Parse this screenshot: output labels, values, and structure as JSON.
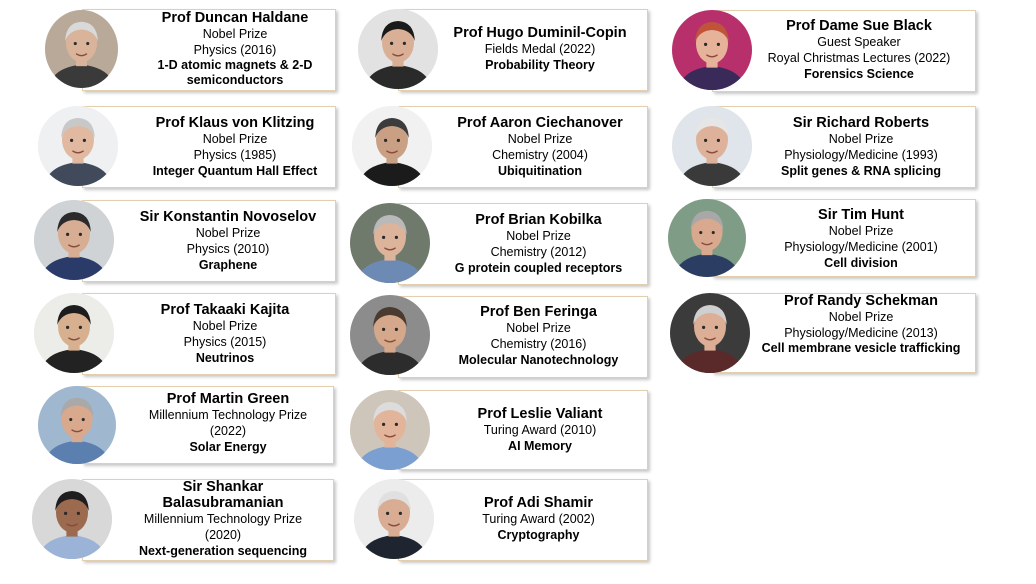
{
  "people": [
    {
      "name": "Prof Duncan Haldane",
      "award": "Nobel Prize",
      "year": "Physics (2016)",
      "field": "1-D atomic magnets & 2-D semiconductors",
      "skin": "#d9b39a",
      "hair": "#d9d9d9",
      "bg": "#b9a999",
      "shirt": "#3a3a3a"
    },
    {
      "name": "Prof Klaus von Klitzing",
      "award": "Nobel Prize",
      "year": "Physics (1985)",
      "field": "Integer Quantum Hall Effect",
      "skin": "#e0b9a0",
      "hair": "#c8c8c8",
      "bg": "#eef0f2",
      "shirt": "#404a5a"
    },
    {
      "name": "Sir Konstantin Novoselov",
      "award": "Nobel Prize",
      "year": "Physics (2010)",
      "field": "Graphene",
      "skin": "#d7ad94",
      "hair": "#2b2b2b",
      "bg": "#cfd3d6",
      "shirt": "#2a3b6a"
    },
    {
      "name": "Prof Takaaki Kajita",
      "award": "Nobel Prize",
      "year": "Physics (2015)",
      "field": "Neutrinos",
      "skin": "#d6b08f",
      "hair": "#1d1d1d",
      "bg": "#ecece8",
      "shirt": "#222222"
    },
    {
      "name": "Prof Martin Green",
      "award": "Millennium Technology Prize",
      "year": "(2022)",
      "field": "Solar Energy",
      "skin": "#d8a98c",
      "hair": "#a9a9a9",
      "bg": "#9fb7cf",
      "shirt": "#5b7fae"
    },
    {
      "name": "Sir Shankar Balasubramanian",
      "award": "Millennium Technology Prize",
      "year": "(2020)",
      "field": "Next-generation sequencing",
      "skin": "#9c6a4e",
      "hair": "#1e1e1e",
      "bg": "#d8d8d8",
      "shirt": "#9ab3d6"
    },
    {
      "name": "Prof Hugo Duminil-Copin",
      "award": "Fields Medal (2022)",
      "year": "",
      "field": "Probability Theory",
      "skin": "#d9b096",
      "hair": "#1a1a1a",
      "bg": "#e2e2e2",
      "shirt": "#2a2a2a"
    },
    {
      "name": "Prof Aaron Ciechanover",
      "award": "Nobel Prize",
      "year": "Chemistry (2004)",
      "field": "Ubiquitination",
      "skin": "#caa084",
      "hair": "#3c3c3c",
      "bg": "#f1f1f1",
      "shirt": "#1b1b1b"
    },
    {
      "name": "Prof Brian Kobilka",
      "award": "Nobel Prize",
      "year": "Chemistry (2012)",
      "field": "G protein coupled receptors",
      "skin": "#dcb49b",
      "hair": "#b9b9b9",
      "bg": "#6f7a6c",
      "shirt": "#6c8ab3"
    },
    {
      "name": "Prof Ben Feringa",
      "award": "Nobel Prize",
      "year": "Chemistry (2016)",
      "field": "Molecular Nanotechnology",
      "skin": "#d5a88b",
      "hair": "#4a3a30",
      "bg": "#8c8c8c",
      "shirt": "#2c2c2c"
    },
    {
      "name": "Prof Leslie Valiant",
      "award": "Turing Award (2010)",
      "year": "",
      "field": "AI Memory",
      "skin": "#e2b59a",
      "hair": "#dcdcdc",
      "bg": "#cfc6bb",
      "shirt": "#7a9fd0"
    },
    {
      "name": "Prof Adi Shamir",
      "award": "Turing Award (2002)",
      "year": "",
      "field": "Cryptography",
      "skin": "#d8ad93",
      "hair": "#e0e0e0",
      "bg": "#ececec",
      "shirt": "#1f2530"
    },
    {
      "name": "Prof Dame Sue Black",
      "award": "Guest Speaker",
      "year": "Royal Christmas Lectures (2022)",
      "field": "Forensics Science",
      "skin": "#e6b39a",
      "hair": "#c0543a",
      "bg": "#b7306b",
      "shirt": "#3a2a5a"
    },
    {
      "name": "Sir Richard Roberts",
      "award": "Nobel Prize",
      "year": "Physiology/Medicine (1993)",
      "field": "Split genes & RNA splicing",
      "skin": "#deb29a",
      "hair": "#e6e6e6",
      "bg": "#dfe5ea",
      "shirt": "#3a3a3a"
    },
    {
      "name": "Sir Tim Hunt",
      "award": "Nobel Prize",
      "year": "Physiology/Medicine (2001)",
      "field": "Cell division",
      "skin": "#d8a98e",
      "hair": "#a8a8a8",
      "bg": "#7e9c86",
      "shirt": "#2b3d63"
    },
    {
      "name": "Prof Randy Schekman",
      "award": "Nobel Prize",
      "year": "Physiology/Medicine (2013)",
      "field": "Cell membrane vesicle trafficking",
      "skin": "#dcae95",
      "hair": "#cfcfcf",
      "bg": "#3b3b3b",
      "shirt": "#5a2a2a"
    }
  ]
}
